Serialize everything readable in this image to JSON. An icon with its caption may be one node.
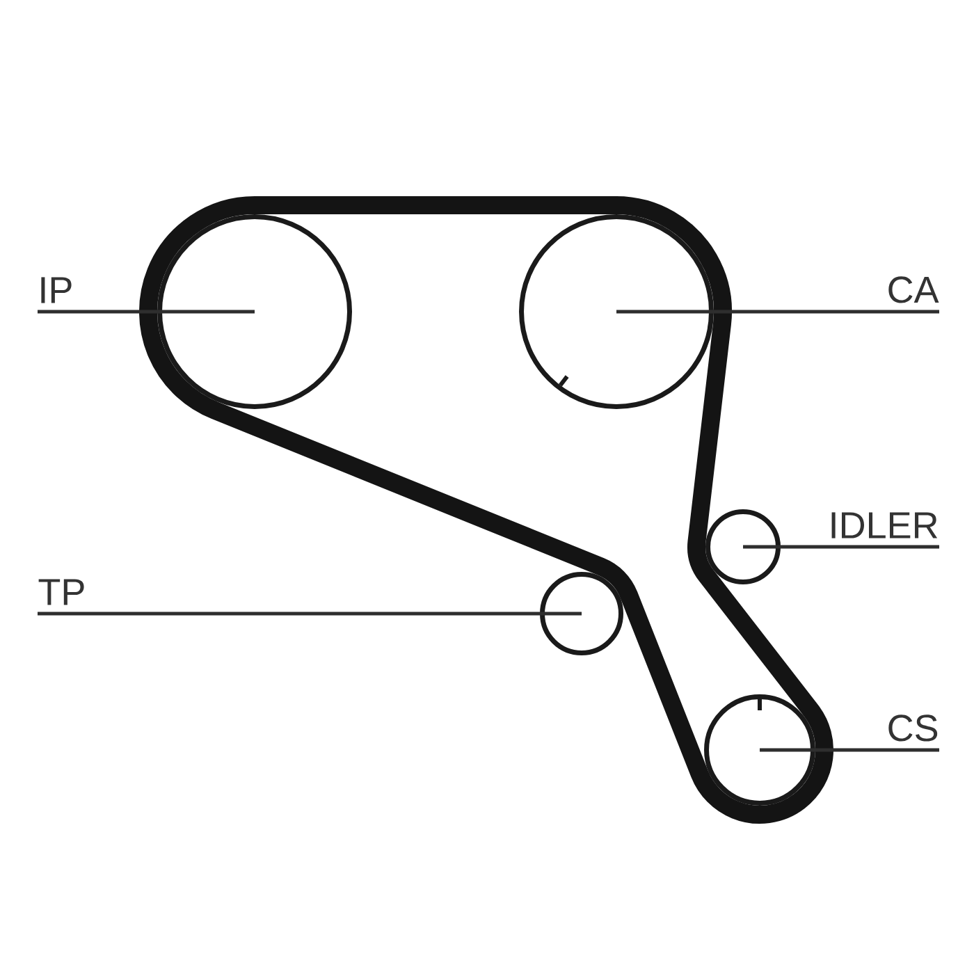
{
  "diagram": {
    "nodes": [
      {
        "text": [
          "IP"
        ]
      },
      {
        "text": [
          "CA"
        ]
      },
      {
        "text": [
          "IDLER"
        ]
      },
      {
        "text": [
          "TP"
        ]
      },
      {
        "text": [
          "CS"
        ]
      },
      {
        "text": [],
        "shape": "circle"
      },
      {
        "text": [],
        "shape": "circle"
      },
      {
        "text": [],
        "shape": "circle"
      },
      {
        "text": [],
        "shape": "circle"
      },
      {
        "text": [],
        "shape": "circle"
      }
    ],
    "edges": [
      {
        "from": 0,
        "to": 5,
        "arrow": "none"
      },
      {
        "from": 1,
        "to": 6,
        "arrow": "none"
      },
      {
        "from": 2,
        "to": 7,
        "arrow": "none"
      },
      {
        "from": 3,
        "to": 8,
        "arrow": "none"
      },
      {
        "from": 4,
        "to": 9,
        "arrow": "none"
      }
    ]
  }
}
